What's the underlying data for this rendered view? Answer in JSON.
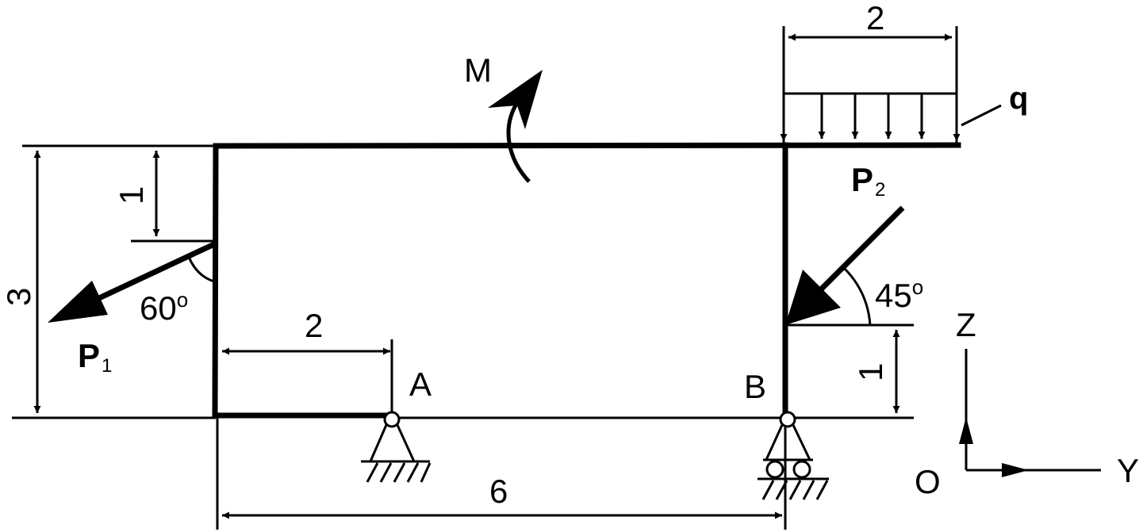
{
  "labels": {
    "moment": "M",
    "distributed_load": "q",
    "force_1": "P",
    "force_1_sub": "1",
    "force_2": "P",
    "force_2_sub": "2",
    "support_a": "A",
    "support_b": "B",
    "angle_1": "60",
    "angle_2": "45",
    "degree_mark": "o",
    "axis_z": "Z",
    "axis_y": "Y",
    "origin": "O"
  },
  "dimensions": {
    "top_load_width": "2",
    "left_height": "3",
    "left_offset": "1",
    "bottom_to_a": "2",
    "total_width": "6",
    "right_offset": "1"
  }
}
